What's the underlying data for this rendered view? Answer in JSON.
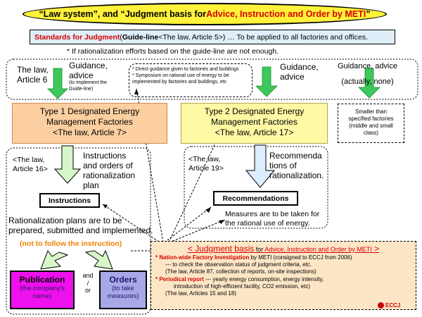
{
  "title": {
    "part1": "“Law system”, and “Judgment basis for ",
    "part2": "Advice, Instruction and Order by METI",
    "part3": " ”"
  },
  "standards": {
    "label": "Standards for Judgment",
    "rest1": " (",
    "guideline": "Guide-line",
    "rest2": " <The law, Article 5>) … To be applied to all factories and offices."
  },
  "note_rationalization": "* If rationalization efforts based on the guide-line are not enough.",
  "law_article6": "The law,\nArticle 6",
  "guidance_advice_1": "Guidance,\nadvice",
  "implement_guideline": "(to implement the\nGuide-line)",
  "guidance_list": [
    "* Direct guidance given to factories and buildings",
    "* Symposium on rational use of energy to be implemented by factories and buildings, etc"
  ],
  "guidance_advice_2": "Guidance,\nadvice",
  "guidance_advice_none": "Guidance, advice\n\n(actually, none)",
  "type1": {
    "line1": "Type 1 Designated Energy",
    "line2": "Management Factories",
    "line3": "<The law, Article 7>"
  },
  "type2": {
    "line1": "Type 2 Designated Energy",
    "line2": "Management Factories",
    "line3": "<The law, Article 17>"
  },
  "smaller": "Smaller than\nspecified factories\n(middle and small\nclass)",
  "law_article16": "<The law,\nArticle 16>",
  "instructions_orders": "Instructions\nand orders of\nrationalization\nplan",
  "law_article19": "<The law,\nArticle 19>",
  "recommendations_of": "Recommenda\ntions of\nrationalization.",
  "instructions_box": "Instructions",
  "recommendations_box": "Recommendations",
  "measures": "Measures are to be taken for\nthe rational use of energy.",
  "rationalization_plans": "Rationalization plans are to be\nprepared, submitted and implemented.",
  "not_follow": "(not to follow the instruction)",
  "publication": {
    "title": "Publication",
    "sub": "(the company's\nname)"
  },
  "and_or": "and\n/\nor",
  "orders": {
    "title": "Orders",
    "sub": "(to take\nmeasures)"
  },
  "judgment": {
    "title_main": "< Judgment basis",
    "title_for": " for ",
    "title_red": "Advice, Instruction and Order by METI",
    "title_end": " >",
    "item1_red": "* Nation-wide Factory Investigation",
    "item1_rest": " by METI (consigned to ECCJ from 2006)",
    "item1_line2": "--- to check the observation status of judgment criteria, etc.",
    "item1_line3": "(The law, Article 87, collection of reports, on-site inspections)",
    "item2_red": "* Periodical report",
    "item2_rest": "  --- yearly energy consumption, energy intensity,",
    "item2_line2": "introduction of high-efficient facility, CO2 emission, etc)",
    "item2_line3": "(The law, Articles 15 and 18)"
  },
  "logo": "ECCJ"
}
